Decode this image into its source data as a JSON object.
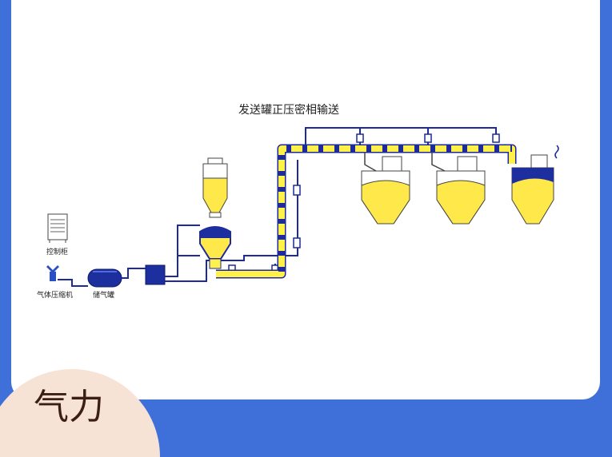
{
  "diagram": {
    "title": "发送罐正压密相输送",
    "labels": {
      "control_cabinet": "控制柜",
      "compressor": "气体压缩机",
      "air_tank": "储气罐"
    }
  },
  "bottom_text": "气力",
  "colors": {
    "frame": "#3f6fd8",
    "pipe_fill": "#fff04a",
    "line": "#1c2a9c",
    "material": "#ffe94a",
    "bottom_blob": "#f6e3d6"
  }
}
